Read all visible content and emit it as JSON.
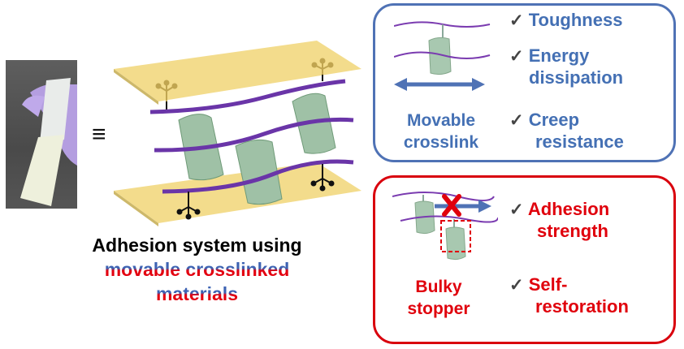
{
  "left": {
    "photo_alt": "gloved hand holding adhered sample strip",
    "equivalence_symbol": "≡",
    "caption": {
      "line1": "Adhesion system using",
      "line2": "movable crosslinked",
      "line3": "materials"
    }
  },
  "movable_box": {
    "label_line1": "Movable",
    "label_line2": "crosslink",
    "border_color": "#4f72b5",
    "text_color": "#4470b4",
    "features": [
      {
        "check": "✓",
        "line1": "Toughness",
        "line2": ""
      },
      {
        "check": "✓",
        "line1": "Energy",
        "line2": "dissipation"
      },
      {
        "check": "✓",
        "line1": "Creep",
        "line2": "resistance"
      }
    ]
  },
  "stopper_box": {
    "label_line1": "Bulky",
    "label_line2": "stopper",
    "border_color": "#d9000d",
    "text_color": "#e0000c",
    "features": [
      {
        "check": "✓",
        "line1": "Adhesion",
        "line2": "strength"
      },
      {
        "check": "✓",
        "line1": "Self-",
        "line2": "restoration"
      }
    ]
  },
  "colors": {
    "polymer_chain": "#6a35a8",
    "ring": "#a8c8b0",
    "substrate": "#f2dc8a",
    "cross_mark": "#e0000c",
    "arrow": "#4f72b5"
  }
}
